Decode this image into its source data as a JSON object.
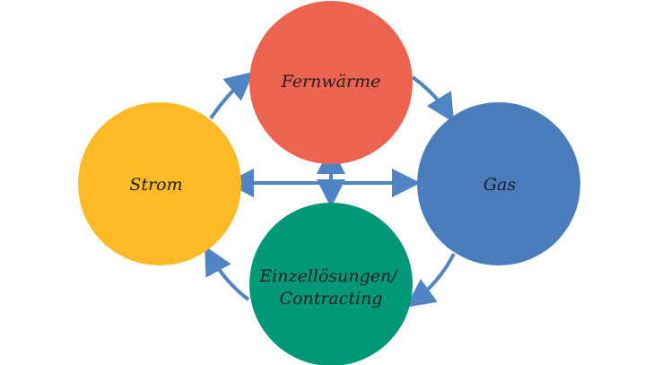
{
  "nodes": [
    {
      "key": "fernwaerme",
      "label_lines": [
        "Fernwärme"
      ],
      "color": "#EC6350"
    },
    {
      "key": "strom",
      "label_lines": [
        "Strom"
      ],
      "color": "#FBBA26"
    },
    {
      "key": "gas",
      "label_lines": [
        "Gas"
      ],
      "color": "#4A7DBB"
    },
    {
      "key": "einzel",
      "label_lines": [
        "Einzellösungen/",
        "Contracting"
      ],
      "color": "#009879"
    }
  ],
  "arrow_color": "#4F85C4",
  "connections": [
    {
      "from": "fernwaerme",
      "to": "gas",
      "direction": "one-way"
    },
    {
      "from": "gas",
      "to": "einzel",
      "direction": "one-way"
    },
    {
      "from": "einzel",
      "to": "strom",
      "direction": "one-way"
    },
    {
      "from": "strom",
      "to": "fernwaerme",
      "direction": "one-way"
    },
    {
      "from": "strom",
      "to": "gas",
      "direction": "two-way"
    },
    {
      "from": "fernwaerme",
      "to": "einzel",
      "direction": "two-way"
    }
  ]
}
